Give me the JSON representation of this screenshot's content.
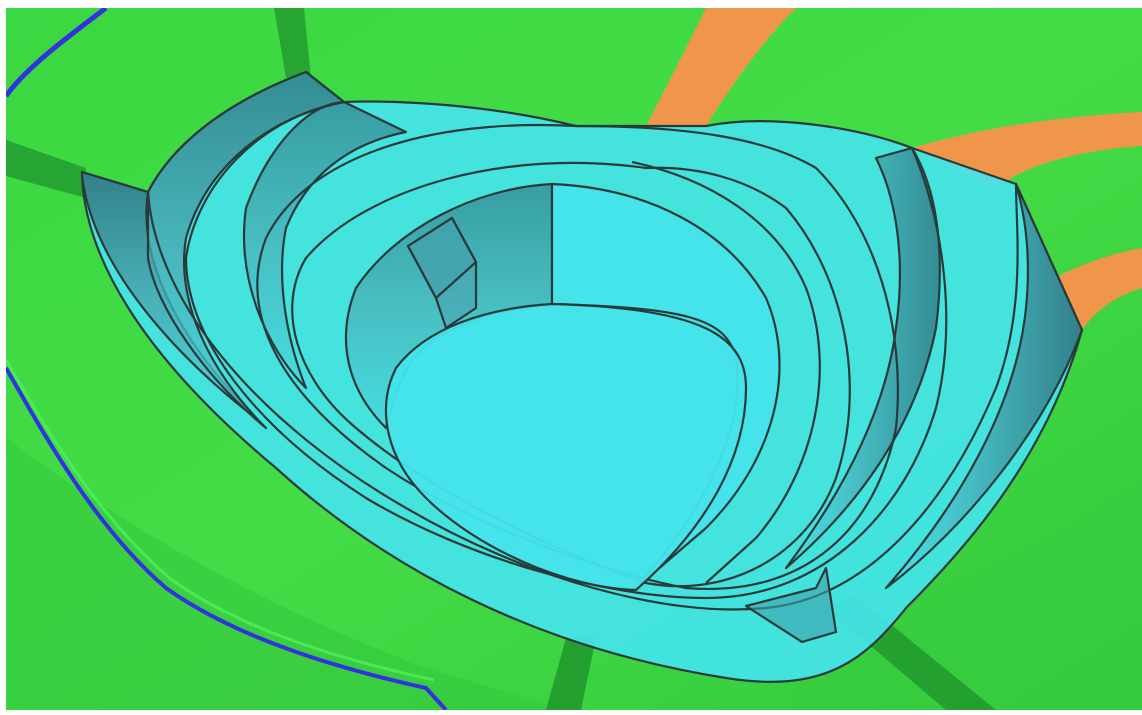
{
  "scene": {
    "colors": {
      "terrain": "#3fd946",
      "terrain_shadow": "#2fb83a",
      "pit_face": "#44e4ea",
      "pit_wall": "#4aa7b2",
      "outline": "#2a3a3a",
      "road_green": "#27a532",
      "road_orange": "#f0964a",
      "boundary_blue": "#3333dd"
    },
    "layers": [
      "terrain-surface",
      "boundary-line",
      "haul-roads",
      "open-pit-benches"
    ]
  }
}
